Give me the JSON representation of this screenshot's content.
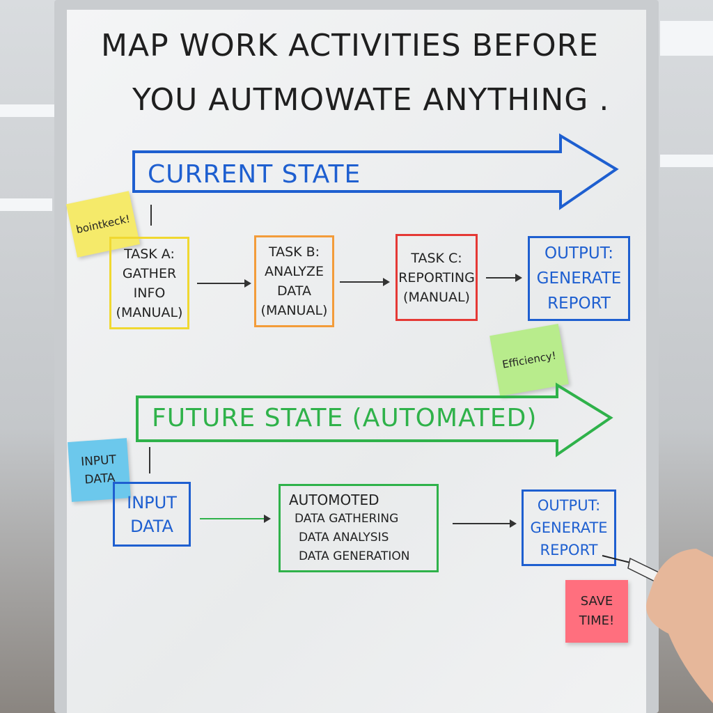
{
  "title": {
    "line1": "MAP WORK ACTIVITIES BEFORE",
    "line2": "YOU AUTMOWATE ANYTHING ."
  },
  "current_state": {
    "banner": "CURRENT STATE",
    "sticky": "bointkeck!",
    "tasks": [
      {
        "lines": [
          "TASK A:",
          "GATHER",
          "INFO",
          "(MANUAL)"
        ],
        "color": "#f0d830"
      },
      {
        "lines": [
          "TASK B:",
          "ANALYZE",
          "DATA",
          "(MANUAL)"
        ],
        "color": "#f39c3a"
      },
      {
        "lines": [
          "TASK C:",
          "REPORTING",
          "(MANUAL)"
        ],
        "color": "#e53935"
      },
      {
        "lines": [
          "OUTPUT:",
          "GENERATE",
          "REPORT"
        ],
        "color": "#1e5fd0"
      }
    ]
  },
  "efficiency_note": "Efficiency!",
  "future_state": {
    "banner": "FUTURE STATE (AUTOMATED)",
    "sticky": "INPUT DATA",
    "input_box": {
      "lines": [
        "INPUT",
        "DATA"
      ]
    },
    "automated_box": {
      "lines": [
        "AUTOMOTED",
        "DATA GATHERING",
        "DATA ANALYSIS",
        "DATA GENERATION"
      ]
    },
    "output_box": {
      "lines": [
        "OUTPUT:",
        "GENERATE",
        "REPORT"
      ]
    }
  },
  "save_time_note": "SAVE TIME!",
  "colors": {
    "blue": "#1e5fd0",
    "green": "#2fb24a",
    "yellow_note": "#f5ea6a",
    "green_note": "#b8ec8c",
    "blue_note": "#6cc8ec",
    "pink_note": "#ff6f7e"
  }
}
